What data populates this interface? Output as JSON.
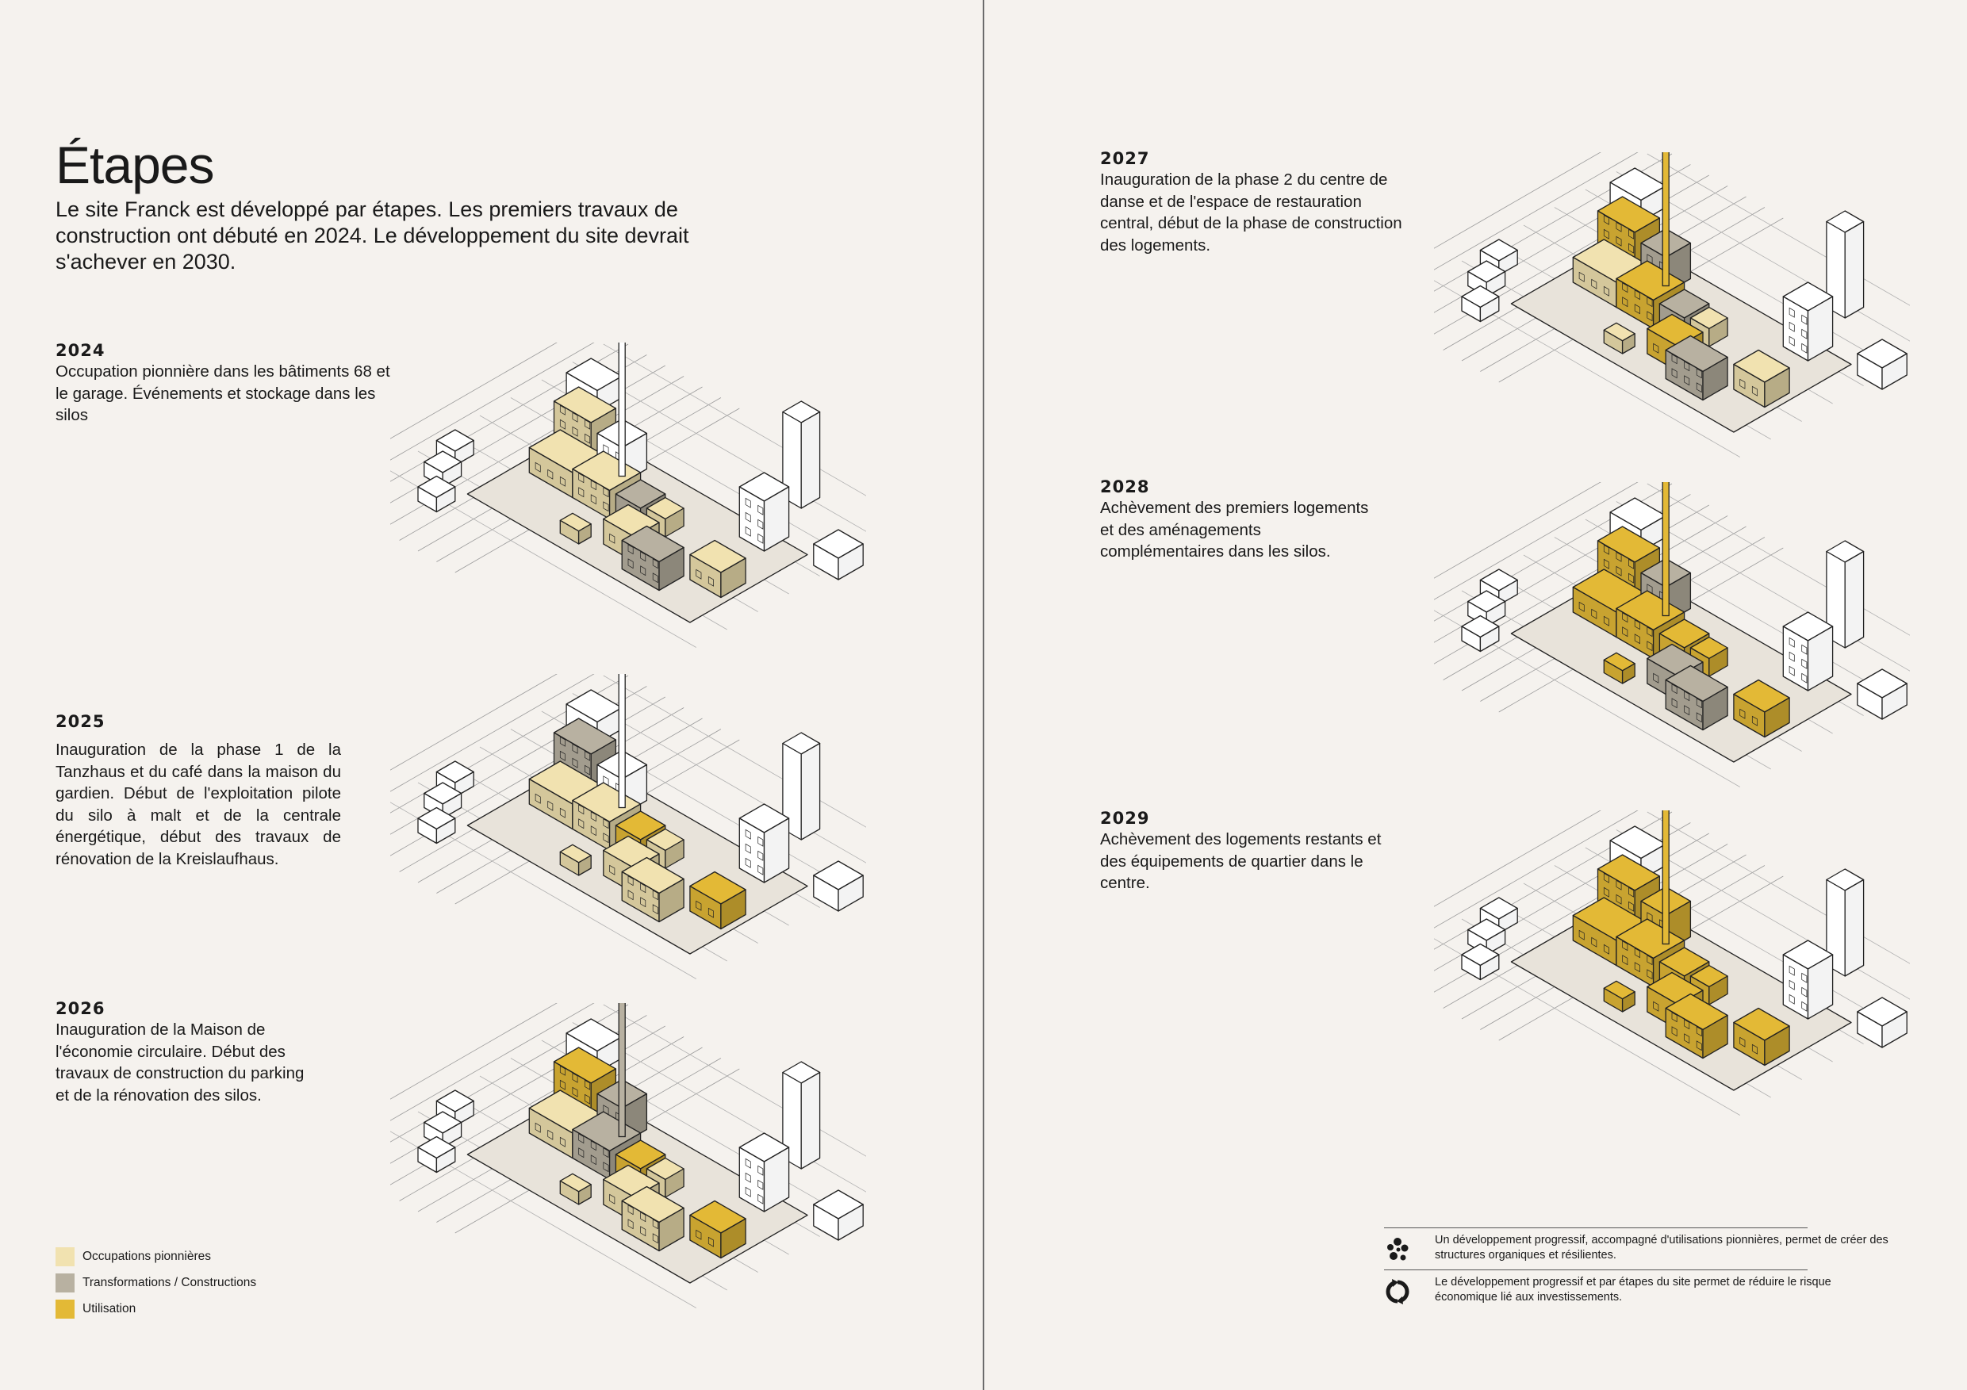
{
  "heading": {
    "title": "Étapes",
    "intro": "Le site Franck est développé par étapes. Les premiers travaux de construction ont débuté en 2024. Le développement du site devrait s'achever en 2030."
  },
  "stages": [
    {
      "year": "2024",
      "text": "Occupation pionnière dans les bâtiments 68 et le garage. Événements et stockage dans les silos"
    },
    {
      "year": "2025",
      "text": "Inauguration de la phase 1 de la Tanzhaus et du café dans la maison du gardien. Début de l'exploitation pilote du silo à malt et de la centrale énergétique, début des travaux de rénovation de la Kreislaufhaus."
    },
    {
      "year": "2026",
      "text": "Inauguration de la Maison de l'économie circulaire. Début des travaux de construction du parking et de la rénovation des silos."
    },
    {
      "year": "2027",
      "text": "Inauguration de la phase 2 du centre de danse et de l'espace de restauration central, début de la phase de construction des logements."
    },
    {
      "year": "2028",
      "text": "Achèvement des premiers logements et des aménagements complémentaires dans les silos."
    },
    {
      "year": "2029",
      "text": "Achèvement des logements restants et des équipements de quartier dans le centre."
    }
  ],
  "legend": [
    {
      "label": "Occupations pionnières",
      "color": "#f1e2b0"
    },
    {
      "label": "Transformations / Constructions",
      "color": "#b8b1a1"
    },
    {
      "label": "Utilisation",
      "color": "#e3b936"
    }
  ],
  "notes": [
    {
      "icon": "cluster-dots-icon",
      "text": "Un développement progressif, accompagné d'utilisations pionnières, permet de créer des structures organiques et résilientes."
    },
    {
      "icon": "cycle-arrows-icon",
      "text": "Le développement progressif et par étapes du site permet de réduire le risque économique lié aux investissements."
    }
  ],
  "colors": {
    "pioneer": "#f1e2b0",
    "transform": "#b8b1a1",
    "use": "#e3b936",
    "ground": "#e8e3da",
    "line": "#222222"
  },
  "illustrations": [
    {
      "stage": "2024",
      "states": [
        "pioneer",
        "pioneer",
        "pioneer",
        "transform",
        "none",
        "pioneer",
        "pioneer",
        "transform",
        "pioneer",
        "pioneer"
      ]
    },
    {
      "stage": "2025",
      "states": [
        "transform",
        "pioneer",
        "pioneer",
        "use",
        "none",
        "pioneer",
        "pioneer",
        "pioneer",
        "pioneer",
        "use"
      ]
    },
    {
      "stage": "2026",
      "states": [
        "use",
        "pioneer",
        "transform",
        "use",
        "transform",
        "pioneer",
        "pioneer",
        "pioneer",
        "pioneer",
        "use"
      ]
    },
    {
      "stage": "2027",
      "states": [
        "use",
        "pioneer",
        "use",
        "transform",
        "transform",
        "pioneer",
        "use",
        "transform",
        "pioneer",
        "pioneer"
      ]
    },
    {
      "stage": "2028",
      "states": [
        "use",
        "use",
        "use",
        "use",
        "transform",
        "use",
        "transform",
        "transform",
        "use",
        "use"
      ]
    },
    {
      "stage": "2029",
      "states": [
        "use",
        "use",
        "use",
        "use",
        "use",
        "use",
        "use",
        "use",
        "use",
        "use"
      ]
    }
  ]
}
